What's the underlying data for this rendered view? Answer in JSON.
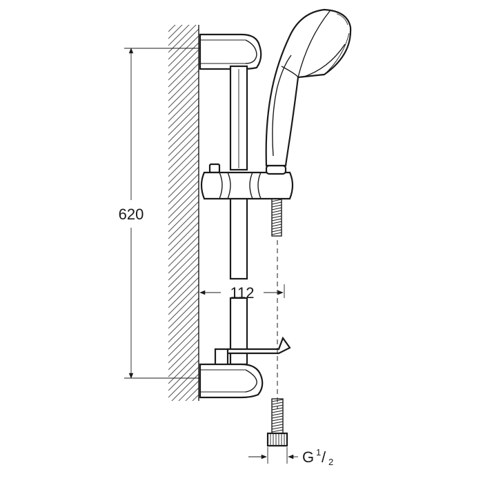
{
  "dimensions": {
    "height": "620",
    "offset": "112",
    "thread_prefix": "G",
    "thread_numerator": "1",
    "thread_denominator": "2"
  },
  "colors": {
    "line": "#1a1a1a",
    "hatch": "#555555",
    "background": "#ffffff"
  }
}
